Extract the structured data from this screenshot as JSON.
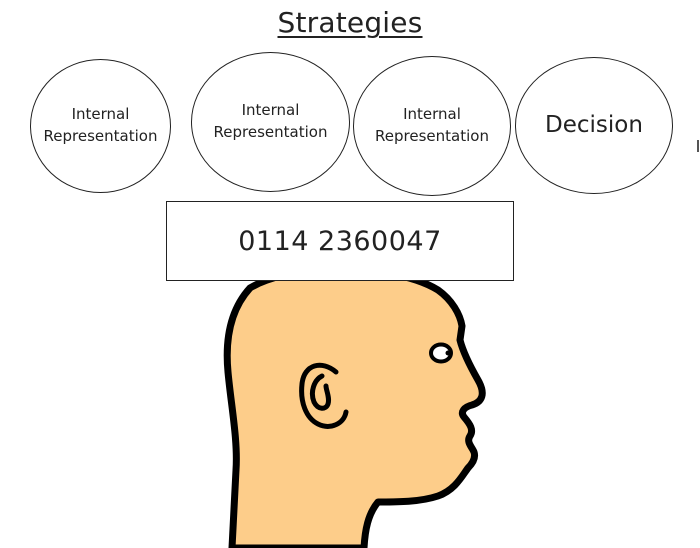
{
  "title": "Strategies",
  "circles": [
    {
      "label": "Internal\nRepresentation"
    },
    {
      "label": "Internal\nRepresentation"
    },
    {
      "label": "Internal\nRepresentation"
    },
    {
      "label": "Decision"
    }
  ],
  "phone_number": "0114 2360047",
  "colors": {
    "skin": "#FDCD8A",
    "outline": "#000000"
  }
}
